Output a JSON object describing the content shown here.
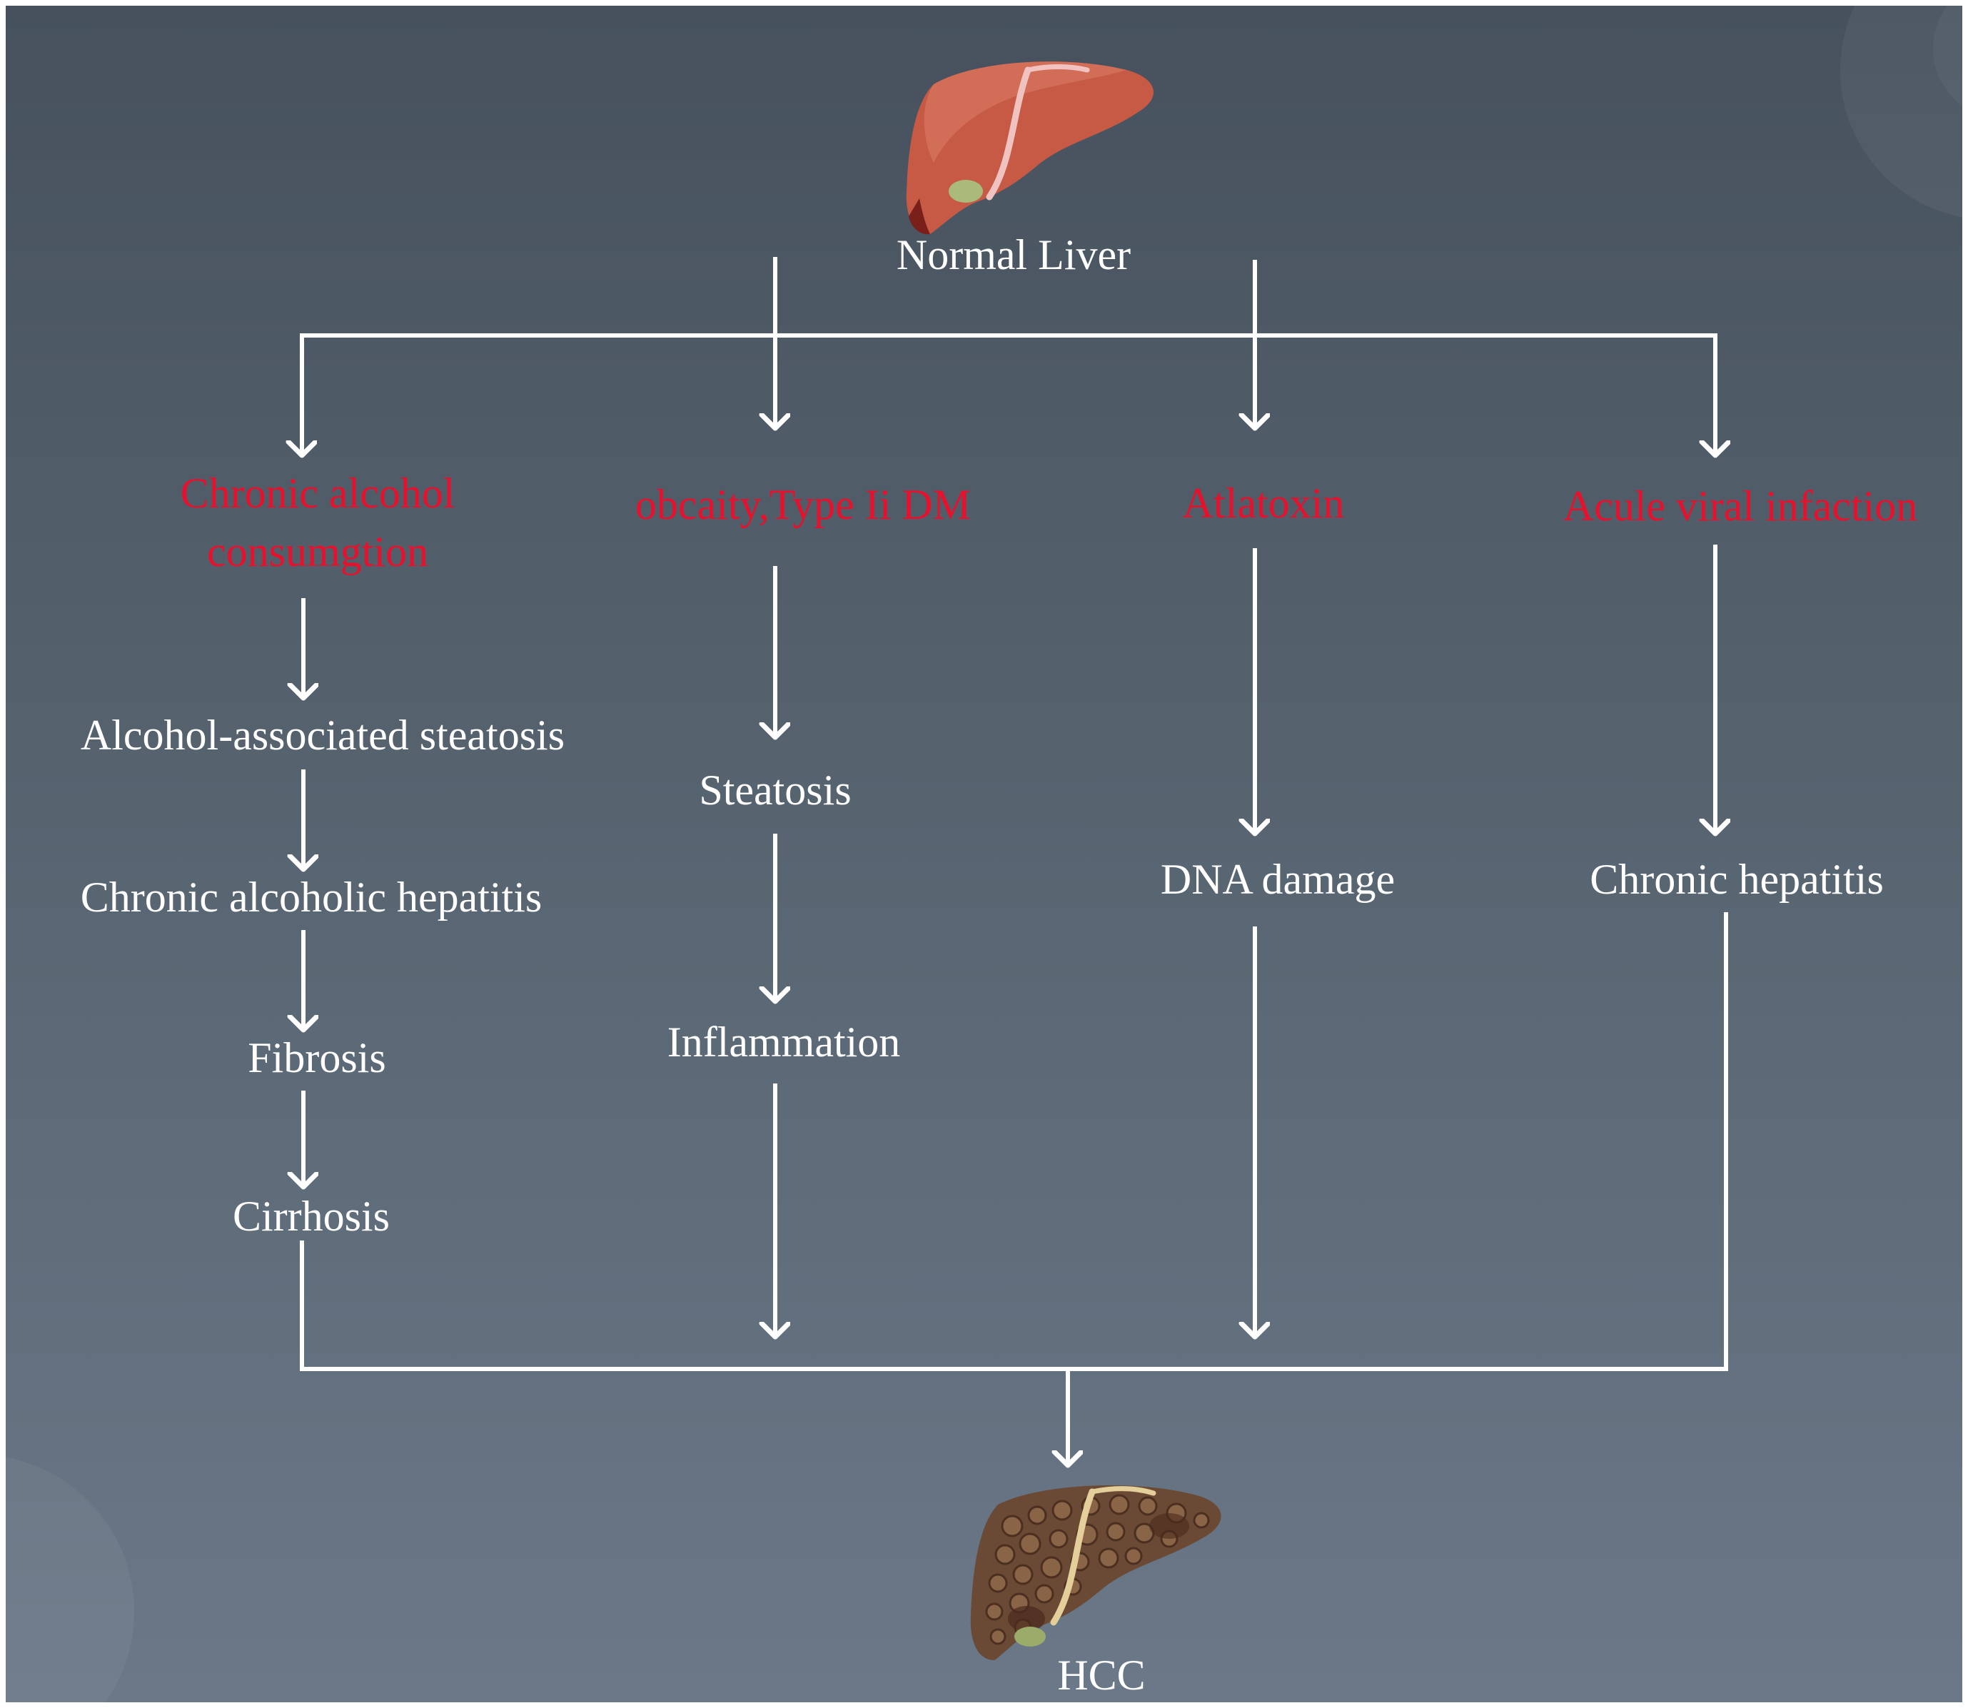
{
  "top": {
    "label": "Normal Liver"
  },
  "bottom": {
    "label": "HCC"
  },
  "branches": [
    {
      "cause": [
        "Chronic alcohol",
        "consumgtion"
      ],
      "steps": [
        "Alcohol-associated steatosis",
        "Chronic alcoholic hepatitis",
        "Fibrosis",
        "Cirrhosis"
      ]
    },
    {
      "cause": [
        "obcaity,Type Ii DM"
      ],
      "steps": [
        "Steatosis",
        "Inflammation"
      ]
    },
    {
      "cause": [
        "Atlatoxin"
      ],
      "steps": [
        "DNA damage"
      ]
    },
    {
      "cause": [
        "Acule viral infaction"
      ],
      "steps": [
        "Chronic hepatitis"
      ]
    }
  ],
  "colors": {
    "background_top": "#46515d",
    "background_bottom": "#6a7888",
    "cause_text": "#e8112d",
    "stage_text": "#ffffff",
    "arrows": "#ffffff",
    "normal_liver": "#c65a45",
    "diseased_liver": "#6a4a34"
  },
  "icons": [
    "normal-liver-icon",
    "diseased-liver-icon"
  ]
}
